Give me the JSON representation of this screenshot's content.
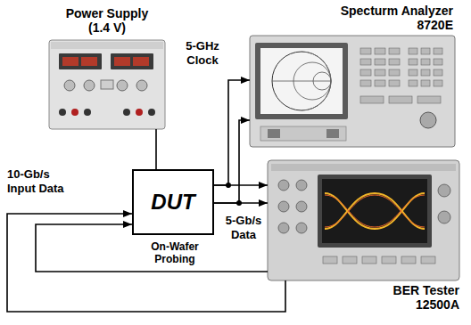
{
  "diagram": {
    "nodes": [
      {
        "text": [
          "Power Supply (1.4 V)"
        ]
      },
      {
        "text": [
          "Specturm Analyzer 8720E"
        ]
      },
      {
        "text": [
          "DUT",
          "On-Wafer Probing"
        ]
      },
      {
        "text": [
          "BER Tester 12500A"
        ]
      }
    ],
    "edges": [
      {
        "from": 0,
        "to": 2,
        "arrow": "none"
      },
      {
        "from": 2,
        "to": 1,
        "arrow": "to",
        "label": "5-GHz Clock"
      },
      {
        "from": 2,
        "to": 1,
        "arrow": "to"
      },
      {
        "from": 2,
        "to": 3,
        "arrow": "to",
        "label": "5-Gb/s Data"
      },
      {
        "from": 2,
        "to": 3,
        "arrow": "to"
      },
      {
        "from": 3,
        "to": 2,
        "arrow": "to",
        "label": "10-Gb/s Input Data"
      },
      {
        "from": 3,
        "to": 2,
        "arrow": "to"
      }
    ]
  }
}
